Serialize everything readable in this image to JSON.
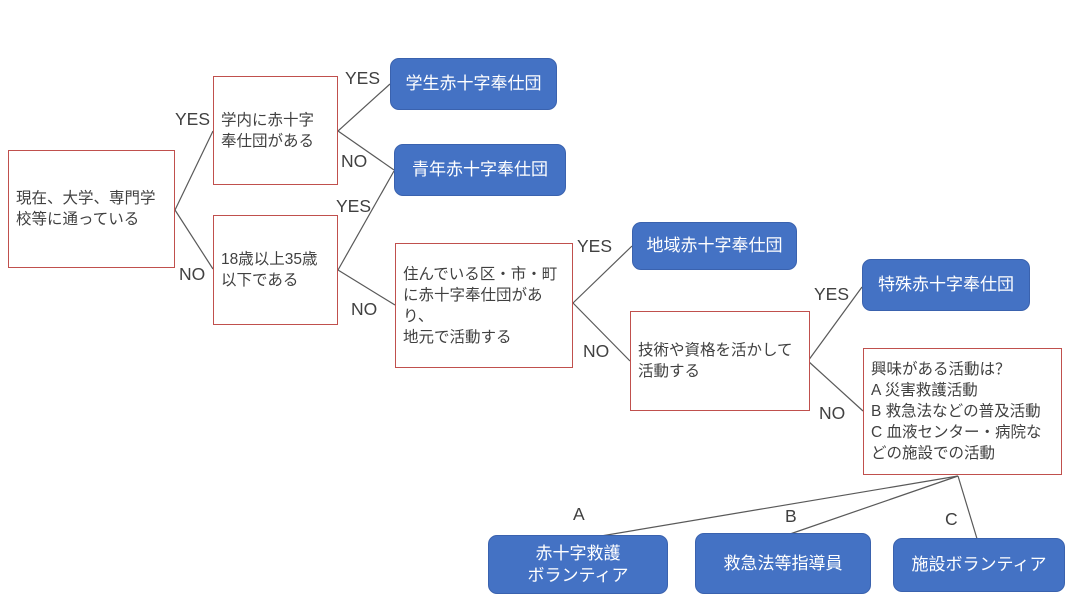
{
  "diagram": {
    "title": "",
    "edge_labels": {
      "yes": "YES",
      "no": "NO",
      "a": "A",
      "b": "B",
      "c": "C"
    },
    "colors": {
      "result_node_fill": "#4472c4",
      "result_node_text": "#ffffff",
      "question_border": "#c0504d",
      "question_text": "#404040",
      "connector_line": "#595959",
      "background": "#ffffff"
    },
    "questions": [
      {
        "text": "現在、大学、専門学\n校等に通っている"
      },
      {
        "text": "学内に赤十字\n奉仕団がある"
      },
      {
        "text": "18歳以上35歳\n以下である"
      },
      {
        "text": "住んでいる区・市・町\nに赤十字奉仕団があり、\n地元で活動する"
      },
      {
        "text": "技術や資格を活かして\n活動する"
      },
      {
        "text": "興味がある活動は？\nA 災害救護活動\nB 救急法などの普及活動\nC 血液センター・病院などの施設での活動"
      }
    ],
    "results": [
      {
        "text": "学生赤十字奉仕団"
      },
      {
        "text": "青年赤十字奉仕団"
      },
      {
        "text": "地域赤十字奉仕団"
      },
      {
        "text": "特殊赤十字奉仕団"
      },
      {
        "text": "赤十字救護\nボランティア"
      },
      {
        "text": "救急法等指導員"
      },
      {
        "text": "施設ボランティア"
      }
    ]
  }
}
